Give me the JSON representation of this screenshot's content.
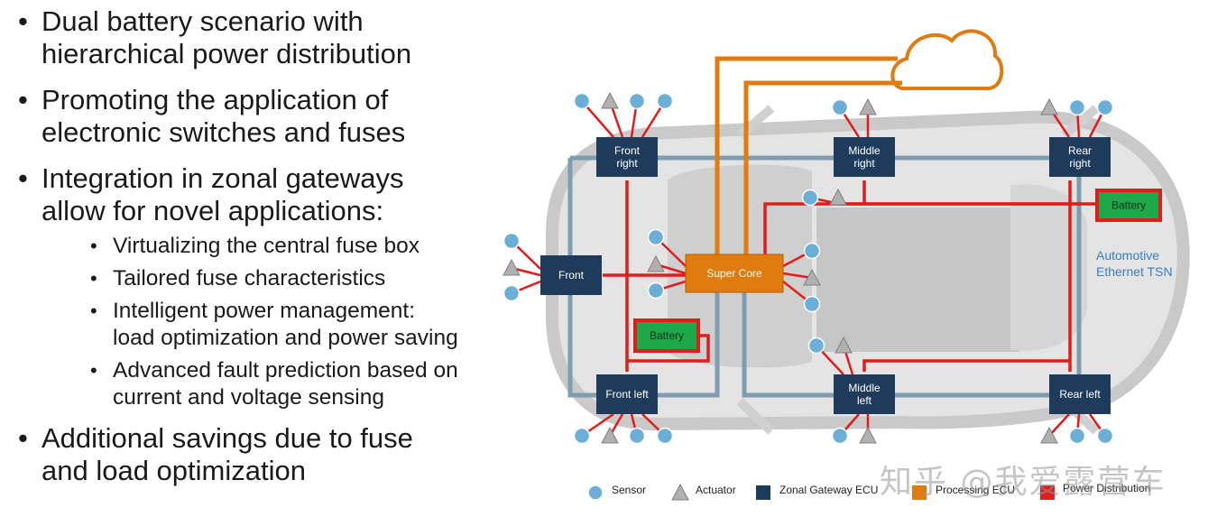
{
  "bullets": [
    {
      "lines": [
        "Dual battery scenario with",
        "hierarchical power distribution"
      ],
      "sub": []
    },
    {
      "lines": [
        "Promoting the application of",
        "electronic switches and fuses"
      ],
      "sub": []
    },
    {
      "lines": [
        "Integration in zonal gateways",
        "allow for novel applications:"
      ],
      "sub": [
        {
          "lines": [
            "Virtualizing the central fuse box"
          ]
        },
        {
          "lines": [
            "Tailored fuse characteristics"
          ]
        },
        {
          "lines": [
            "Intelligent power management:",
            "load optimization and power saving"
          ]
        },
        {
          "lines": [
            "Advanced fault prediction based on",
            "current and voltage sensing"
          ]
        }
      ]
    },
    {
      "lines": [
        "Additional savings due to fuse",
        "and load optimization"
      ],
      "sub": []
    }
  ],
  "diagram": {
    "nodes": {
      "front_right": [
        "Front",
        "right"
      ],
      "middle_right": [
        "Middle",
        "right"
      ],
      "rear_right": [
        "Rear",
        "right"
      ],
      "front": [
        "Front"
      ],
      "super_core": [
        "Super Core"
      ],
      "front_left": [
        "Front left"
      ],
      "middle_left": [
        "Middle",
        "left"
      ],
      "rear_left": [
        "Rear left"
      ],
      "battery_front": [
        "Battery"
      ],
      "battery_rear": [
        "Battery"
      ]
    },
    "network_label": [
      "Automotive",
      "Ethernet TSN"
    ],
    "legend": {
      "sensor": "Sensor",
      "actuator": "Actuator",
      "zonal": "Zonal Gateway ECU",
      "processing": "Processing ECU",
      "power": "Power Distribution"
    },
    "colors": {
      "zonal_ecu": "#1f3b5c",
      "processing_ecu": "#e07b10",
      "battery": "#1ea84a",
      "power_line": "#e31b1b",
      "ethernet_line": "#7f9db0",
      "sensor": "#6baed6",
      "actuator": "#b0b0b0",
      "network_label": "#3b7dbf"
    }
  },
  "watermark": "知乎 @我爱露营车"
}
